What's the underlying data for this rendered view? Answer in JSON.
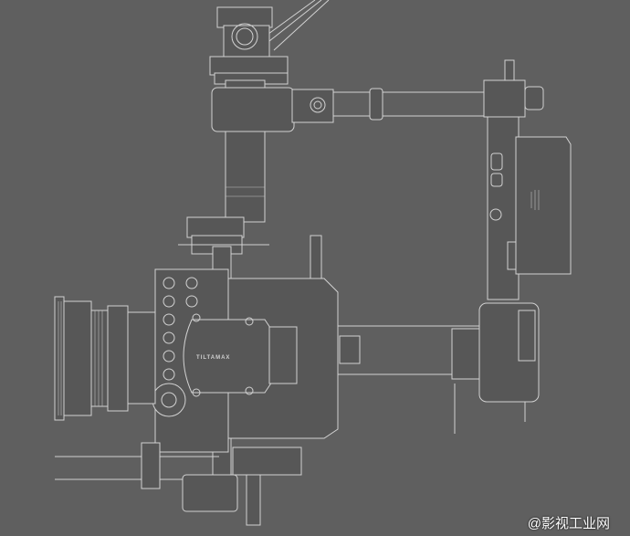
{
  "image": {
    "subject": "camera-rig-line-drawing",
    "logo_text": "TILTAMAX",
    "watermark": "@影视工业网",
    "colors": {
      "background": "#5f5f5f",
      "line": "#d2d2d2"
    }
  }
}
